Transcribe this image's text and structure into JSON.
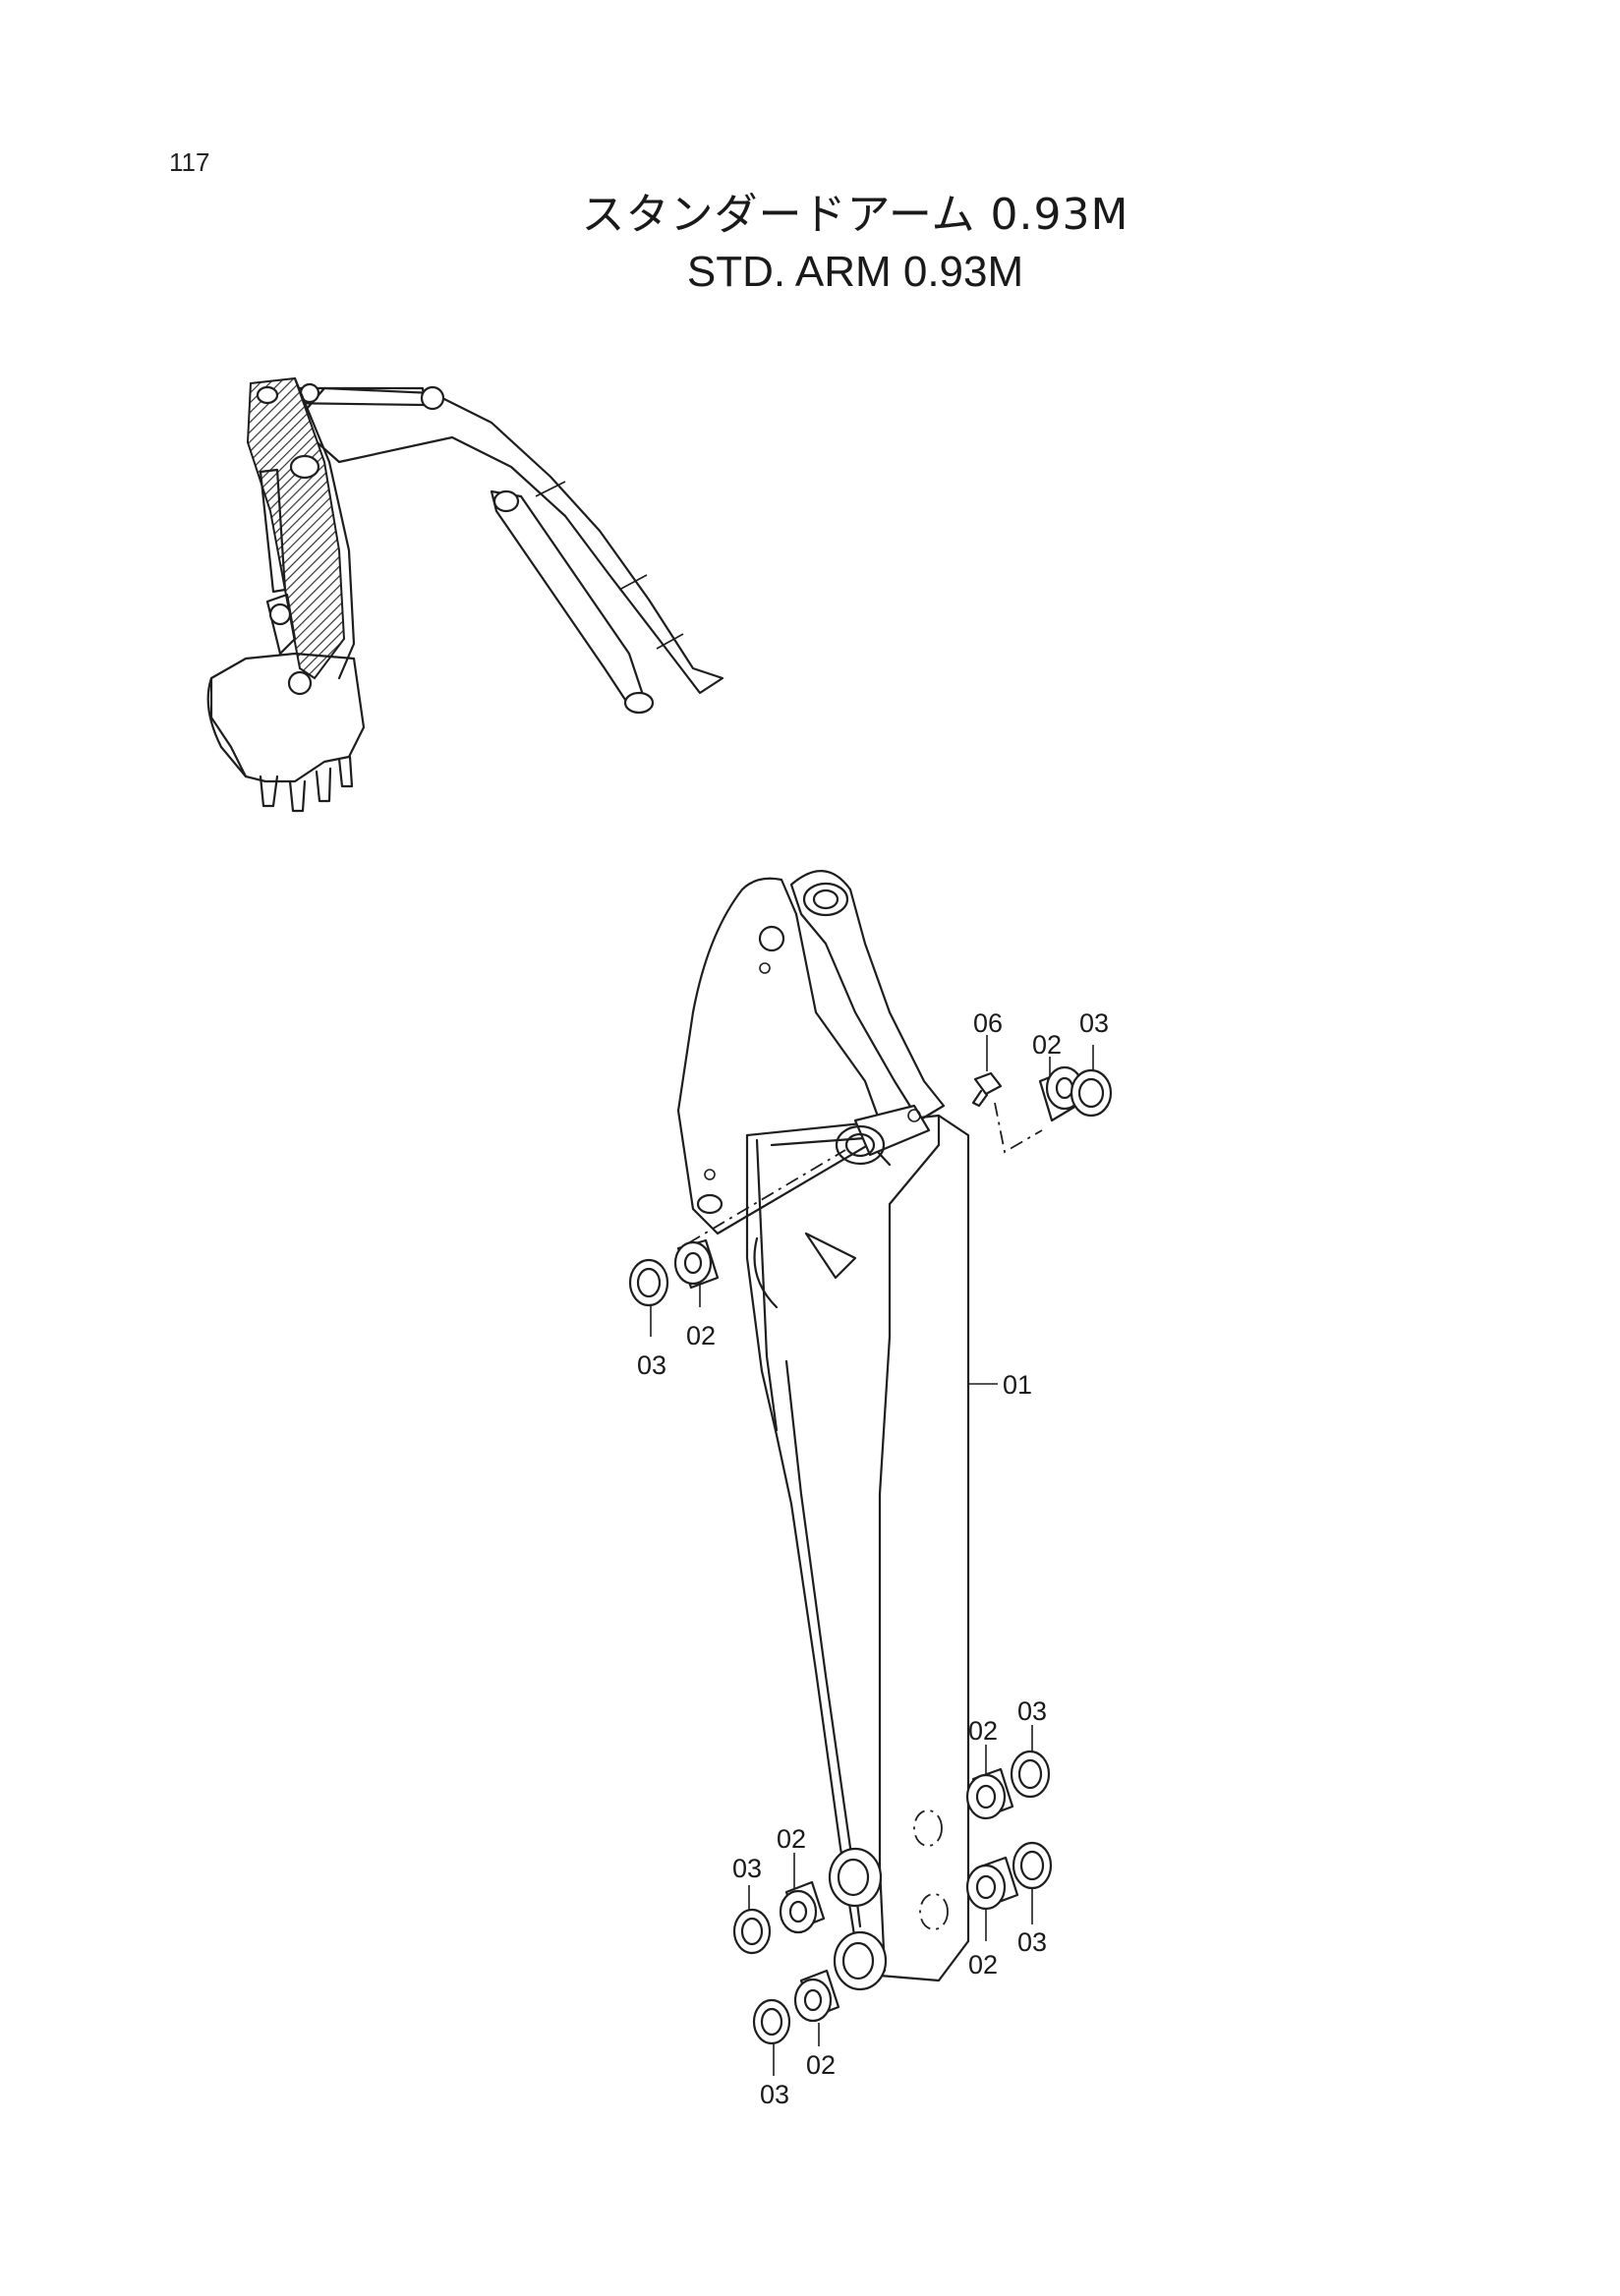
{
  "page_number": "117",
  "title_jp": "スタンダードアーム 0.93M",
  "title_en": "STD. ARM  0.93M",
  "callouts": {
    "c01": "01",
    "c02_upper_right": "02",
    "c03_upper_right": "03",
    "c06": "06",
    "c02_upper_left": "02",
    "c03_upper_left": "03",
    "c02_lower_right_a": "02",
    "c03_lower_right_a": "03",
    "c02_lower_right_b": "02",
    "c03_lower_right_b": "03",
    "c02_lower_left_a": "02",
    "c03_lower_left_a": "03",
    "c02_lower_left_b": "02",
    "c03_lower_left_b": "03"
  }
}
